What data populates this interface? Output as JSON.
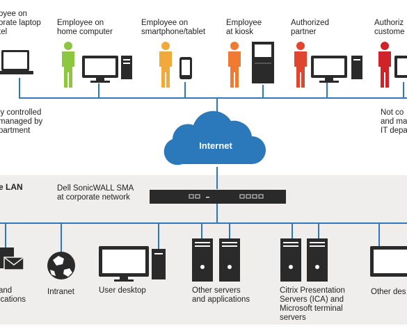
{
  "top_devices": [
    {
      "label": "oyee on\norate laptop\ntel"
    },
    {
      "label": "Employee on\nhome computer",
      "person_color": "#8dc63f"
    },
    {
      "label": "Employee on\nsmartphone/tablet",
      "person_color": "#f2a93b"
    },
    {
      "label": "Employee\nat kiosk",
      "person_color": "#ef7a32"
    },
    {
      "label": "Authorized\npartner",
      "person_color": "#e0452d"
    },
    {
      "label": "Authoriz\ncustome",
      "person_color": "#cf2229"
    }
  ],
  "left_note": "ly controlled\nmanaged by\npartment",
  "right_note": "Not co\nand ma\nIT depa",
  "cloud": {
    "label": "Internet",
    "color": "#2b79ba"
  },
  "lan": {
    "title": "e LAN",
    "appliance_label": "Dell SonicWALL SMA\nat corporate network"
  },
  "bottom_resources": [
    {
      "label": "and\nications"
    },
    {
      "label": "Intranet"
    },
    {
      "label": "User desktop"
    },
    {
      "label": "Other servers\nand applications"
    },
    {
      "label": "Citrix Presentation\nServers (ICA) and\nMicrosoft terminal\nservers"
    },
    {
      "label": "Other des"
    }
  ],
  "colors": {
    "line": "#2b79ba",
    "device": "#2a2a2a",
    "lan_bg": "#efeeec"
  }
}
